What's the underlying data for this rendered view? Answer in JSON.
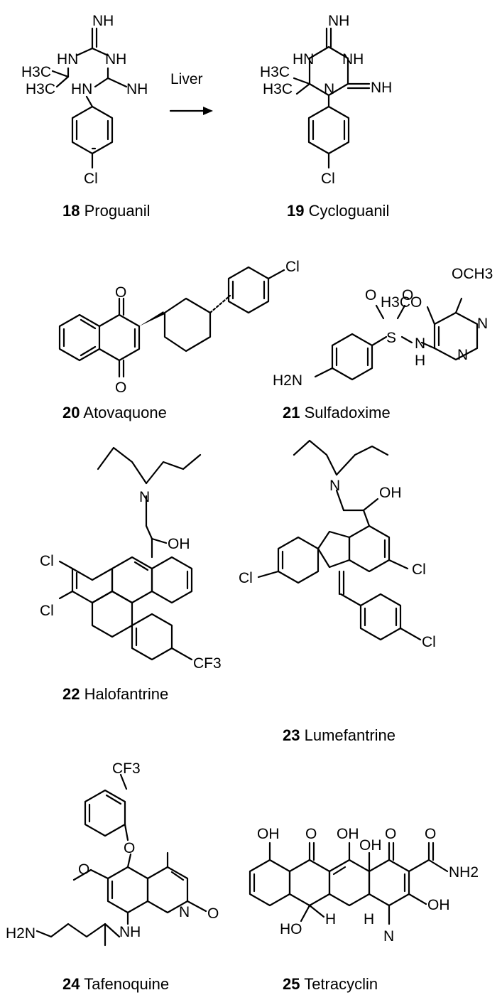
{
  "reaction": {
    "condition": "Liver"
  },
  "compounds": [
    {
      "number": "18",
      "name": "Proguanil"
    },
    {
      "number": "19",
      "name": "Cycloguanil"
    },
    {
      "number": "20",
      "name": "Atovaquone"
    },
    {
      "number": "21",
      "name": "Sulfadoxime"
    },
    {
      "number": "22",
      "name": "Halofantrine"
    },
    {
      "number": "23",
      "name": "Lumefantrine"
    },
    {
      "number": "24",
      "name": "Tafenoquine"
    },
    {
      "number": "25",
      "name": "Tetracyclin"
    }
  ],
  "atoms": {
    "nh": "NH",
    "hn": "HN",
    "h3c": "H3C",
    "cl": "Cl",
    "o": "O",
    "s": "S",
    "n": "N",
    "h": "H",
    "h2n": "H2N",
    "oh": "OH",
    "ho": "HO",
    "och3": "OCH3",
    "h3co": "H3CO",
    "cf3": "CF3",
    "nh2": "NH2"
  }
}
